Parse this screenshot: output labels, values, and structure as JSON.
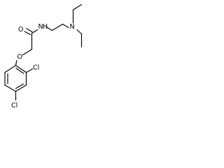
{
  "molecule": {
    "atoms": {
      "n_amide": "N",
      "h_amide": "H",
      "n_amine": "N",
      "o_carbonyl": "O",
      "o_ether": "O",
      "cl_ortho": "Cl",
      "cl_para": "Cl"
    },
    "colors": {
      "bond": "#000000",
      "label": "#000000",
      "background": "#ffffff"
    }
  }
}
